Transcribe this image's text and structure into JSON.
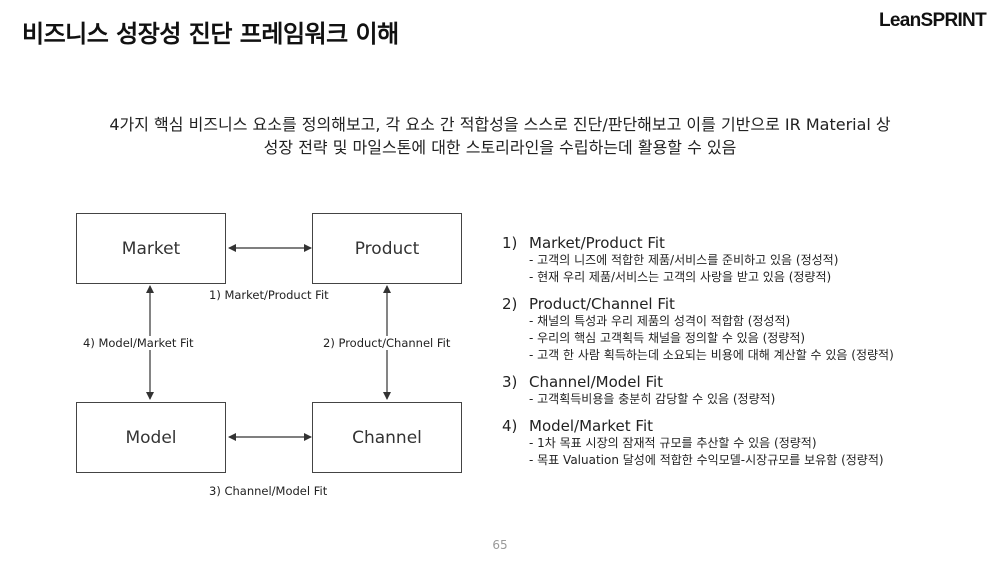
{
  "header": {
    "title": "비즈니스 성장성 진단 프레임워크 이해",
    "logo": "LeanSPRINT"
  },
  "intro": {
    "line1": "4가지 핵심 비즈니스 요소를 정의해보고, 각 요소 간 적합성을 스스로 진단/판단해보고 이를 기반으로 IR Material 상",
    "line2": "성장 전략 및 마일스톤에 대한 스토리라인을 수립하는데 활용할 수 있음"
  },
  "diagram": {
    "boxes": {
      "market": "Market",
      "product": "Product",
      "model": "Model",
      "channel": "Channel"
    },
    "labels": {
      "market_product": "1) Market/Product Fit",
      "product_channel": "2) Product/Channel Fit",
      "channel_model": "3) Channel/Model Fit",
      "model_market": "4) Model/Market Fit"
    }
  },
  "list": [
    {
      "num": "1)",
      "title": "Market/Product Fit",
      "points": [
        "- 고객의 니즈에 적합한 제품/서비스를 준비하고 있음 (정성적)",
        "- 현재 우리 제품/서비스는 고객의 사랑을 받고 있음 (정량적)"
      ]
    },
    {
      "num": "2)",
      "title": "Product/Channel Fit",
      "points": [
        "- 채널의 특성과 우리 제품의 성격이 적합함 (정성적)",
        "- 우리의 핵심 고객획득 채널을 정의할 수 있음 (정량적)",
        "- 고객 한 사람 획득하는데 소요되는 비용에 대해 계산할 수 있음 (정량적)"
      ]
    },
    {
      "num": "3)",
      "title": "Channel/Model Fit",
      "points": [
        "- 고객획득비용을 충분히 감당할 수 있음 (정량적)"
      ]
    },
    {
      "num": "4)",
      "title": "Model/Market Fit",
      "points": [
        "- 1차 목표 시장의 잠재적 규모를 추산할 수 있음 (정량적)",
        "- 목표 Valuation 달성에 적합한 수익모델-시장규모를 보유함 (정량적)"
      ]
    }
  ],
  "footer": {
    "page": "65"
  }
}
